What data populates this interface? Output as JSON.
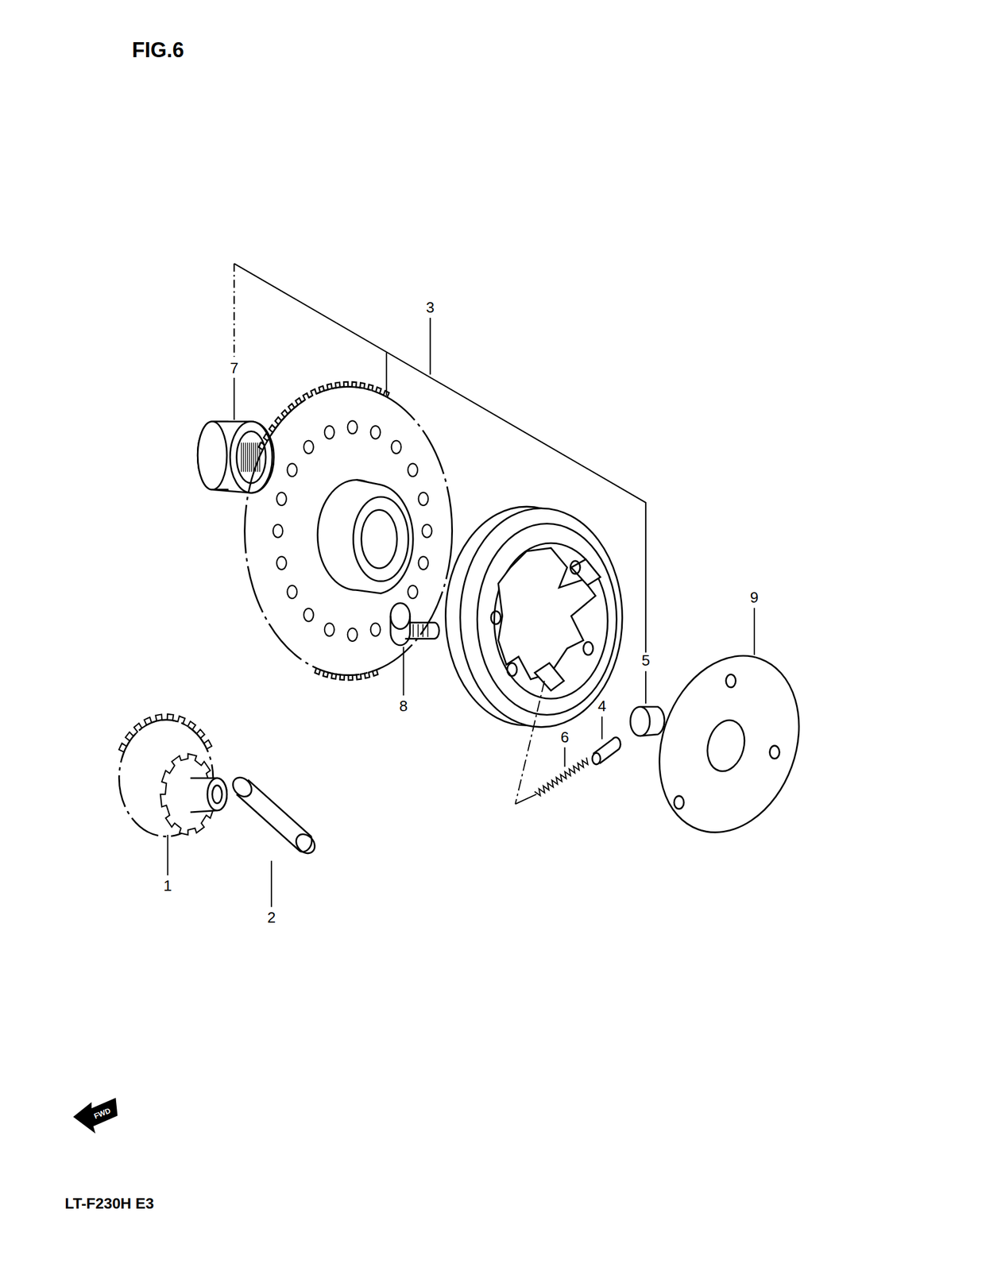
{
  "diagram": {
    "title": "FIG.6",
    "labels": [
      "7",
      "3",
      "8",
      "5",
      "4",
      "6",
      "9",
      "1",
      "2",
      "FWD",
      "LT-F230H E3"
    ]
  }
}
